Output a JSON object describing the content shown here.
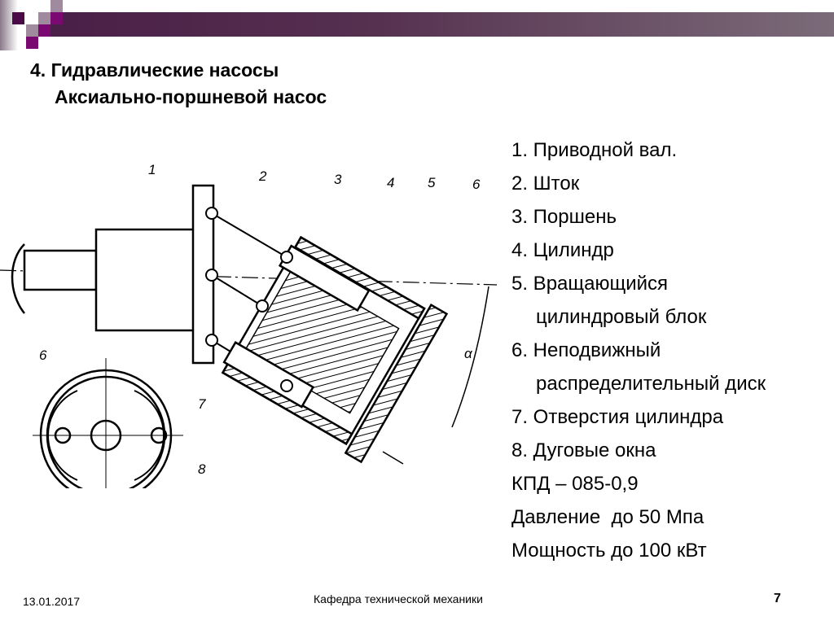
{
  "title": {
    "line1": "4. Гидравлические насосы",
    "line2": "Аксиально-поршневой насос"
  },
  "legend": [
    "1. Приводной вал.",
    "2. Шток",
    "3. Поршень",
    "4. Цилиндр",
    "5. Вращающийся",
    "цилиндровый блок",
    "6. Неподвижный",
    "распределительный диск",
    "7. Отверстия цилиндра",
    "8. Дуговые окна",
    "КПД – 085-0,9",
    "Давление  до 50 Мпа",
    "Мощность до 100 кВт"
  ],
  "diagram_labels": {
    "l1": "1",
    "l2": "2",
    "l3": "3",
    "l4": "4",
    "l5": "5",
    "l6": "6",
    "l6b": "6",
    "l7": "7",
    "l8": "8",
    "alpha": "α"
  },
  "footer": {
    "date": "13.01.2017",
    "department": "Кафедра технической механики",
    "page": "7"
  },
  "colors": {
    "accent_dark": "#4a1f48",
    "accent_purple": "#7a0a72",
    "accent_light": "#a08a9e"
  }
}
